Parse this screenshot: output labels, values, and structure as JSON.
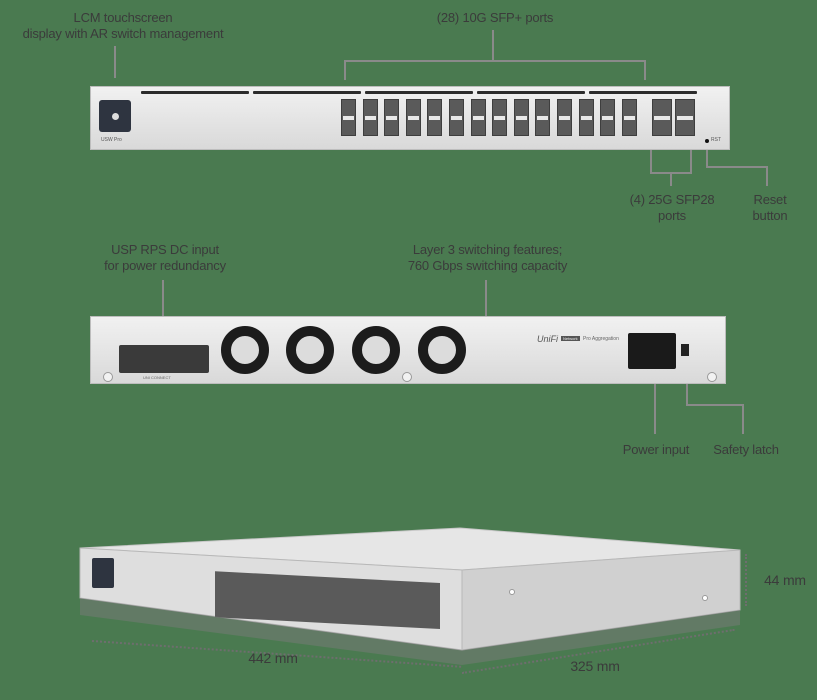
{
  "background_color": "#4a7a50",
  "front_view": {
    "callouts": {
      "lcm": {
        "line1": "LCM touchscreen",
        "line2": "display with AR switch management"
      },
      "sfp_plus": {
        "label": "(28) 10G SFP+ ports"
      },
      "sfp28": {
        "line1": "(4) 25G SFP28",
        "line2": "ports"
      },
      "reset": {
        "line1": "Reset",
        "line2": "button"
      }
    },
    "device": {
      "model_text": "USW Pro",
      "reset_text": "RST",
      "sfp_plus_count": 28,
      "sfp28_count": 4
    }
  },
  "rear_view": {
    "callouts": {
      "usp_rps": {
        "line1": "USP RPS DC input",
        "line2": "for power redundancy"
      },
      "layer3": {
        "line1": "Layer 3 switching features;",
        "line2": "760 Gbps switching capacity"
      },
      "power": {
        "label": "Power input"
      },
      "latch": {
        "label": "Safety latch"
      }
    },
    "device": {
      "brand": "UniFi",
      "badge": "Network",
      "product": "Pro Aggregation",
      "fan_count": 4,
      "connector_label": "UNI CONNECT"
    }
  },
  "iso_view": {
    "dimensions": {
      "width": "442 mm",
      "depth": "325 mm",
      "height": "44 mm"
    }
  }
}
